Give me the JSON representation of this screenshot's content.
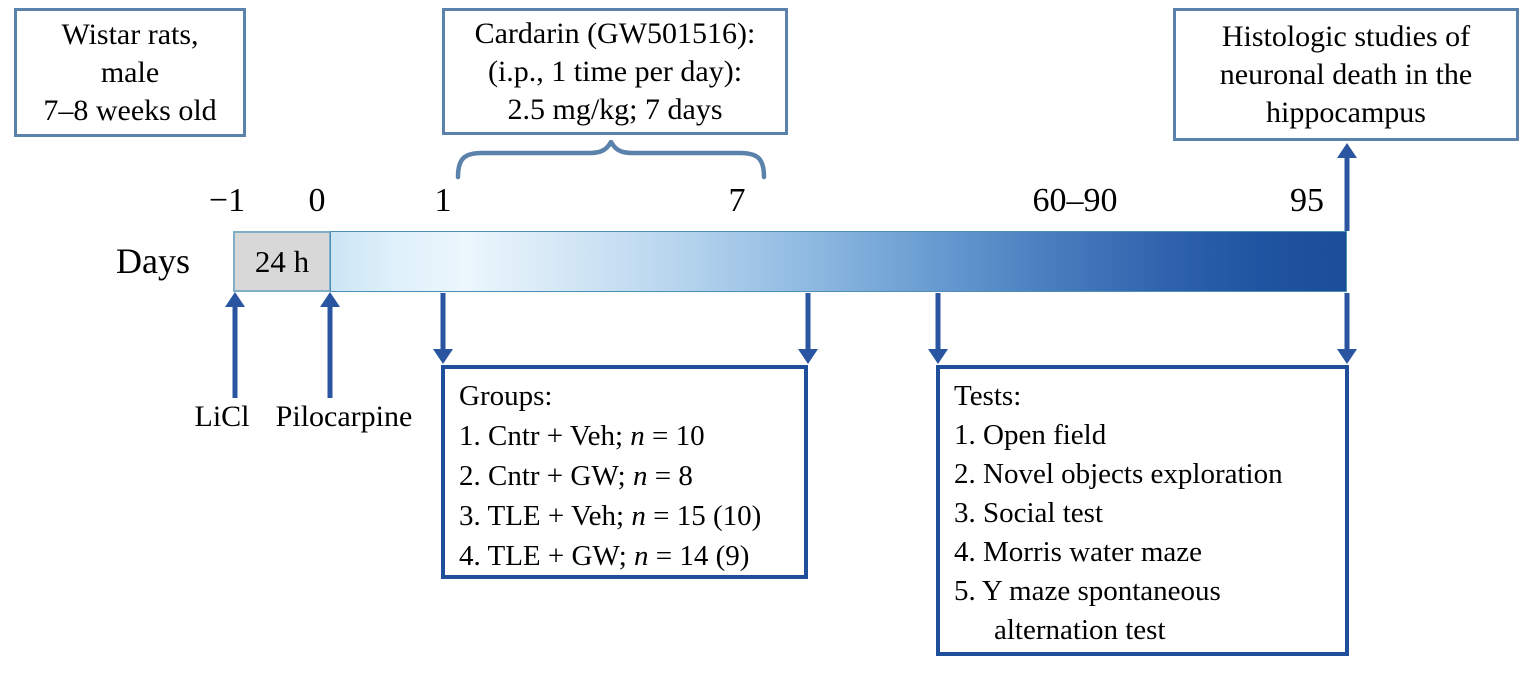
{
  "colors": {
    "navy_border": "#1f4e9b",
    "arrow_blue": "#2a55a0",
    "light_box_border": "#5b82aa",
    "bar_gradient_start": "#cbe5f5",
    "bar_gradient_end": "#1b4d99",
    "gray_fill": "#d8d8d8"
  },
  "boxes": {
    "subjects": {
      "line1": "Wistar rats,",
      "line2": "male",
      "line3": "7–8 weeks old"
    },
    "treatment": {
      "line1": "Cardarin (GW501516):",
      "line2": "(i.p., 1 time per day):",
      "line3": "2.5 mg/kg; 7 days"
    },
    "histology": {
      "line1": "Histologic studies of",
      "line2": "neuronal death in the",
      "line3": "hippocampus"
    }
  },
  "timeline": {
    "axis_label": "Days",
    "duration_box_label": "24 h",
    "ticks": [
      "−1",
      "0",
      "1",
      "7",
      "60–90",
      "95"
    ]
  },
  "injections": {
    "licl_label": "LiCl",
    "pilocarpine_label": "Pilocarpine"
  },
  "groups": {
    "title": "Groups:",
    "items": [
      {
        "pre": "1. Cntr + Veh; ",
        "var": "n",
        "post": " = 10"
      },
      {
        "pre": "2. Cntr + GW; ",
        "var": "n",
        "post": " = 8"
      },
      {
        "pre": "3. TLE + Veh; ",
        "var": "n",
        "post": " = 15 (10)"
      },
      {
        "pre": "4. TLE + GW; ",
        "var": "n",
        "post": " = 14 (9)"
      }
    ]
  },
  "tests": {
    "title": "Tests:",
    "items": [
      "1. Open field",
      "2. Novel objects exploration",
      "3. Social test",
      "4. Morris water maze",
      "5. Y maze spontaneous alternation test"
    ]
  }
}
